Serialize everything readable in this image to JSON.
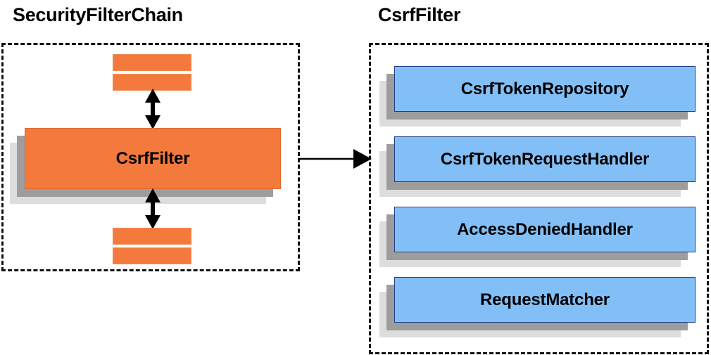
{
  "diagram": {
    "title_left": "SecurityFilterChain",
    "title_right": "CsrfFilter",
    "left_panel": {
      "center_card": "CsrfFilter",
      "filters_above": [
        "",
        ""
      ],
      "filters_below": [
        "",
        ""
      ]
    },
    "right_panel": {
      "cards": [
        {
          "label": "CsrfTokenRepository"
        },
        {
          "label": "CsrfTokenRequestHandler"
        },
        {
          "label": "AccessDeniedHandler"
        },
        {
          "label": "RequestMatcher"
        }
      ]
    },
    "colors": {
      "orange_face": "#F4793D",
      "orange_border": "#E06A30",
      "blue_face": "#83BFF7",
      "blue_border": "#1F3C88",
      "shadow_dark": "#9D9D9D",
      "shadow_light": "#DDDDDD",
      "outline": "#111111",
      "background": "#FFFFFF",
      "text": "#000000"
    },
    "connector": {
      "from": "CsrfFilter",
      "to": "CsrfFilter collaborators",
      "kind": "single-headed-arrow"
    },
    "internal_links": [
      {
        "kind": "double-headed-arrow",
        "position": "above-center-card"
      },
      {
        "kind": "double-headed-arrow",
        "position": "below-center-card"
      }
    ]
  }
}
